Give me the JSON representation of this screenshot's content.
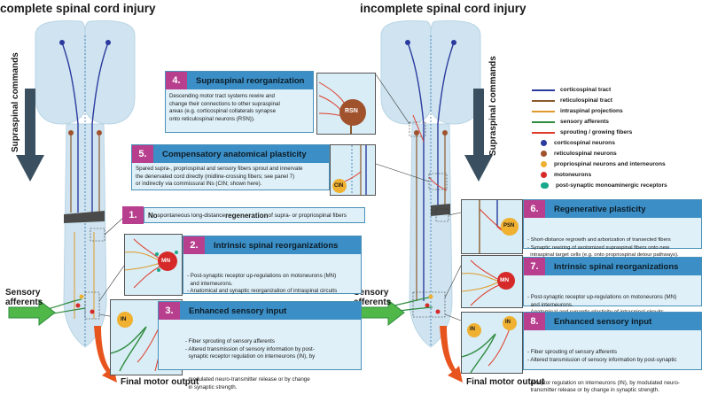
{
  "left_title": "complete spinal cord injury",
  "right_title": "incomplete spinal cord injury",
  "supraspinal_left": "Supraspinal commands",
  "supraspinal_right": "Supraspinal commands",
  "sensory_left": "Sensory afferents",
  "sensory_right": "Sensory afferents",
  "final_left": "Final motor output",
  "final_right": "Final motor output",
  "panels": {
    "p4": {
      "num": "4.",
      "title": "Supraspinal reorganization",
      "lines": [
        "Descending motor tract systems rewire and",
        "change their connections to other supraspinal",
        "areas (e.g. corticospinal collaterals synapse",
        "onto reticulospinal neurons (RSN))."
      ]
    },
    "p5": {
      "num": "5.",
      "title": "Compensatory anatomical plasticity",
      "lines": [
        "Spared supra-, propriospinal and sensory fibers sprout and innervate",
        "the denervated cord directly (midline-crossing fibers; see panel 7)",
        "or indirectly via commissural INs (CIN; shown here)."
      ]
    },
    "p1": {
      "num": "1.",
      "pre": "No",
      "bold": "regeneration",
      "mid": " spontaneous long-distance ",
      "post": " of supra- or propriospinal fibers"
    },
    "p2": {
      "num": "2.",
      "title": "Intrinsic spinal reorganizations",
      "lines": [
        "- Post-synaptic receptor up-regulations on motoneurons (MN)",
        "  and interneurons.",
        "- Anatomical and synaptic reorganization of intraspinal circuits"
      ]
    },
    "p3": {
      "num": "3.",
      "title": "Enhanced sensory input",
      "lines": [
        "- Fiber sprouting of sensory afferents",
        "- Altered transmission of sensory information by post-",
        "  synaptic receptor regulation on interneurons (IN), by",
        "  modulated neuro-transmitter release or by change",
        "  in synaptic strength."
      ]
    },
    "p6": {
      "num": "6.",
      "title": "Regenerative plasticity",
      "lines": [
        "- Short-distance regrowth and arborization of transected fibers",
        "- Synaptic rewiring of axotomized supraspinal fibers onto new",
        "  intraspinal target cells (e.g. onto propriospinal detour pathways)."
      ]
    },
    "p7": {
      "num": "7.",
      "title": "Intrinsic spinal reorganizations",
      "lines": [
        "- Post-synaptic receptor up-regulations on motoneurons (MN)",
        "  and interneurons.",
        "- Anatomical and synaptic plasticity of intraspinal circuits"
      ]
    },
    "p8": {
      "num": "8.",
      "title": "Enhanced sensory input",
      "lines": [
        "- Fiber sprouting of sensory afferents",
        "- Altered transmission of sensory information by post-synaptic",
        "  receptor regulation on interneurons (IN), by modulated neuro-",
        "  transmitter release or by change in synaptic strength."
      ]
    }
  },
  "cell_labels": {
    "rsn": "RSN",
    "cin": "CIN",
    "mn": "MN",
    "in": "IN",
    "psn": "PSN"
  },
  "legend": [
    {
      "label": "corticospinal tract",
      "kind": "line",
      "color": "#2b3a9e"
    },
    {
      "label": "reticulospinal tract",
      "kind": "line",
      "color": "#8b5a2b"
    },
    {
      "label": "intraspinal projections",
      "kind": "line",
      "color": "#e09a2a"
    },
    {
      "label": "sensory afferents",
      "kind": "line",
      "color": "#2e8b3e"
    },
    {
      "label": "sprouting / growing fibers",
      "kind": "line",
      "color": "#e03a2a"
    },
    {
      "label": "corticospinal neurons",
      "kind": "dot",
      "color": "#2b3a9e"
    },
    {
      "label": "reticulospinal neurons",
      "kind": "dot",
      "color": "#a0522d"
    },
    {
      "label": "propriospinal neurons and interneurons",
      "kind": "dot",
      "color": "#f0b030"
    },
    {
      "label": "motoneurons",
      "kind": "dot",
      "color": "#d62a2a"
    },
    {
      "label": "post-synaptic monoaminergic receptors",
      "kind": "receptor",
      "color": "#1aa88a"
    }
  ]
}
